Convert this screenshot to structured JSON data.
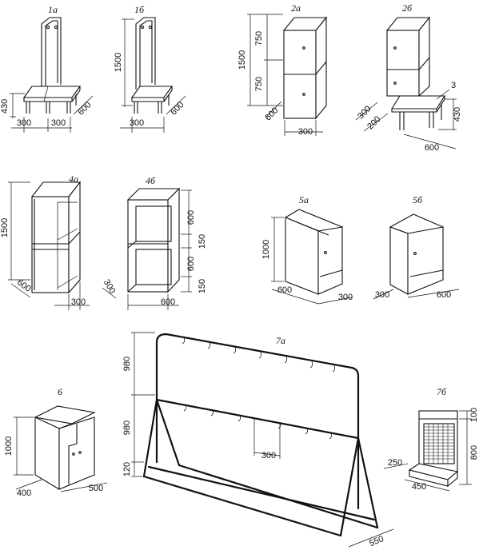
{
  "figures": {
    "f1a": {
      "label": "1а",
      "dims": [
        "430",
        "300",
        "300",
        "600"
      ]
    },
    "f1b": {
      "label": "1б",
      "dims": [
        "1500",
        "300",
        "600"
      ]
    },
    "f2a": {
      "label": "2а",
      "dims": [
        "1500",
        "750",
        "750",
        "600",
        "300"
      ]
    },
    "f2b": {
      "label": "2б",
      "dims": [
        "3",
        "300",
        "200",
        "430",
        "600"
      ]
    },
    "f4a": {
      "label": "4а",
      "dims": [
        "1500",
        "600",
        "300"
      ]
    },
    "f4b": {
      "label": "4б",
      "dims": [
        "600",
        "150",
        "600",
        "150",
        "300",
        "600"
      ]
    },
    "f5a": {
      "label": "5а",
      "dims": [
        "1000",
        "600",
        "300"
      ]
    },
    "f5b": {
      "label": "5б",
      "dims": [
        "300",
        "600"
      ]
    },
    "f6": {
      "label": "6",
      "dims": [
        "1000",
        "400",
        "500"
      ]
    },
    "f7a": {
      "label": "7а",
      "dims": [
        "980",
        "980",
        "120",
        "300",
        "550"
      ]
    },
    "f7b": {
      "label": "7б",
      "dims": [
        "100",
        "800",
        "250",
        "450"
      ]
    }
  }
}
